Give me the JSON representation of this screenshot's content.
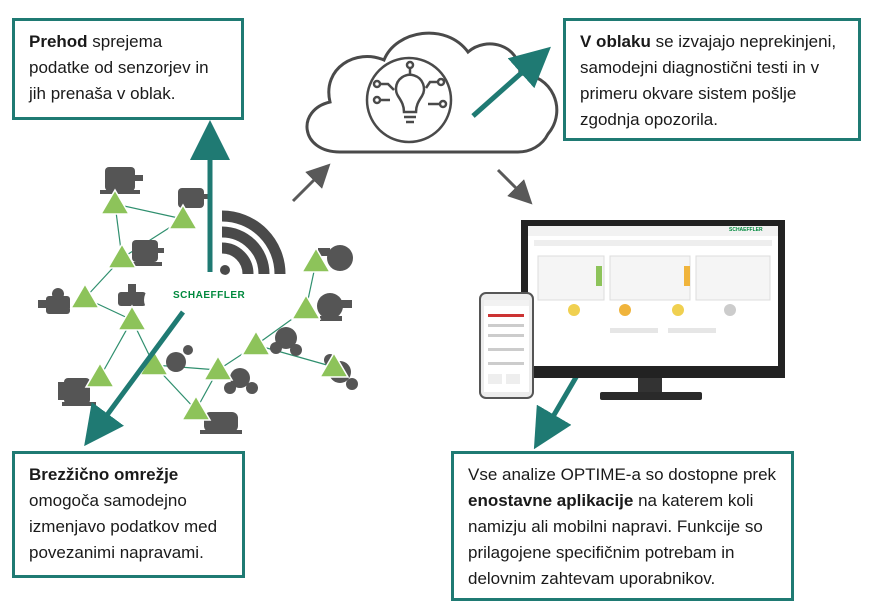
{
  "colors": {
    "teal": "#1f7a73",
    "node_green": "#8dc35a",
    "machine_gray": "#4f4f4f",
    "brand_green": "#00893d"
  },
  "boxes": {
    "gateway": {
      "bold": "Prehod",
      "text": " sprejema podatke od senzorjev in jih prenaša v oblak."
    },
    "cloud": {
      "bold": "V oblaku",
      "text": " se izvajajo neprekinjeni, samodejni diagnostični testi in v primeru okvare sistem pošlje zgodnja opozorila."
    },
    "wireless": {
      "bold": "Brezžično omrežje",
      "text": " omogoča samodejno izmenjavo podatkov med povezanimi napravami."
    },
    "app": {
      "prefix": "Vse analize OPTIME-a so dostopne prek ",
      "bold": "enostavne aplikacije",
      "text": " na katerem koli namizju ali mobilni napravi. Funkcije so prilagojene specifičnim potrebam in delovnim zahtevam uporabnikov."
    }
  },
  "gateway_logo": "SCHAEFFLER",
  "monitor_logo": "SCHAEFFLER",
  "icons": {
    "cloud": "cloud-icon",
    "lightbulb": "lightbulb-circuit-icon",
    "wifi": "wifi-signal-icon",
    "monitor": "monitor-icon",
    "phone": "smartphone-icon"
  }
}
